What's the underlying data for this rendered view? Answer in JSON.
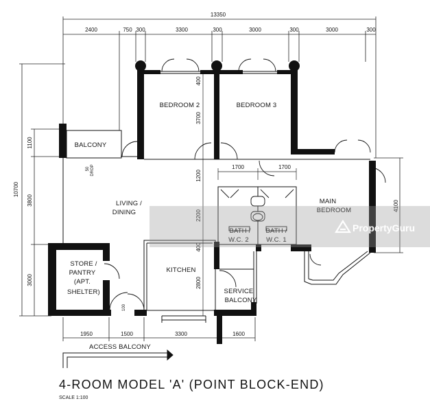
{
  "dimensions": {
    "overall_width": "13350",
    "top": [
      "2400",
      "750",
      "300",
      "3300",
      "300",
      "3000",
      "300",
      "3000",
      "300"
    ],
    "bottom": [
      "1950",
      "1500",
      "3300",
      "1600"
    ],
    "left_overall": "10700",
    "left": [
      "1100",
      "3800",
      "3000"
    ],
    "right": "4100",
    "inner_vertical": [
      "400",
      "3700",
      "1200",
      "2200",
      "400",
      "2800"
    ],
    "inner_horizontal": [
      "1700",
      "1700"
    ],
    "door_small": [
      "50",
      "100"
    ]
  },
  "rooms": {
    "bedroom2": "BEDROOM 2",
    "bedroom3": "BEDROOM 3",
    "balcony": "BALCONY",
    "living_1": "LIVING /",
    "living_2": "DINING",
    "main_1": "MAIN",
    "main_2": "BEDROOM",
    "bath2_1": "BATH /",
    "bath2_2": "W.C. 2",
    "bath1_1": "BATH /",
    "bath1_2": "W.C. 1",
    "store_1": "STORE /",
    "store_2": "PANTRY",
    "store_3": "(APT.",
    "store_4": "SHELTER)",
    "kitchen": "KITCHEN",
    "service_1": "SERVICE",
    "service_2": "BALCONY",
    "drop": "DROP",
    "access": "ACCESS BALCONY"
  },
  "title": "4-ROOM MODEL 'A' (POINT BLOCK-END)",
  "scale": "SCALE 1:100",
  "watermark": "PropertyGuru"
}
